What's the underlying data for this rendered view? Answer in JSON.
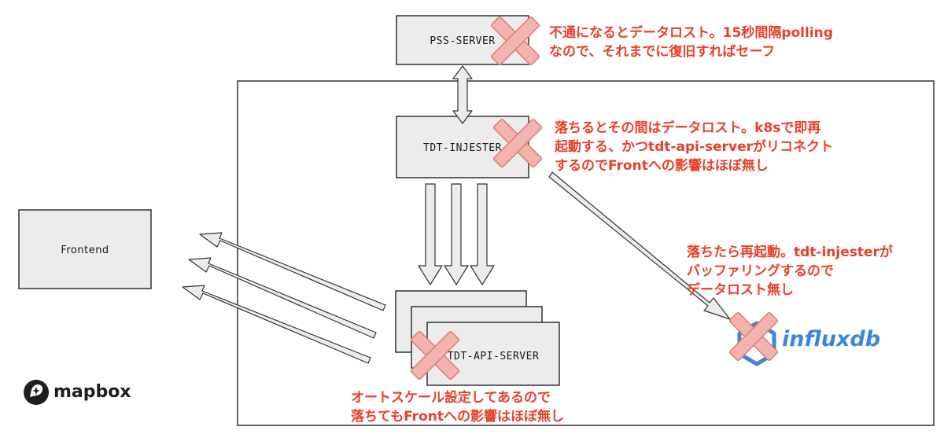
{
  "nodes": {
    "pss_server": "PSS-SERVER",
    "tdt_injester": "TDT-INJESTER",
    "frontend": "Frontend",
    "tdt_api_server": "TDT-API-SERVER"
  },
  "notes": {
    "pss_server": [
      "不通になるとデータロスト。15秒間隔polling",
      "なので、それまでに復旧すればセーフ"
    ],
    "tdt_injester": [
      "落ちるとその間はデータロスト。k8sで即再",
      "起動する、かつtdt-api-serverがリコネクト",
      "するのでFrontへの影響はほぼ無し"
    ],
    "influxdb": [
      "落ちたら再起動。tdt-injesterが",
      "バッファリングするので",
      "データロスト無し"
    ],
    "tdt_api_server": [
      "オートスケール設定してあるので",
      "落ちてもFrontへの影響はほぼ無し"
    ]
  },
  "logos": {
    "mapbox": "mapbox",
    "influxdb": "influxdb"
  },
  "colors": {
    "note_red": "#e8402a",
    "cross_fill": "#f3b4b0",
    "cross_stroke": "#e07a74",
    "box_fill": "#ececec",
    "influx_blue": "#3a86d8"
  }
}
